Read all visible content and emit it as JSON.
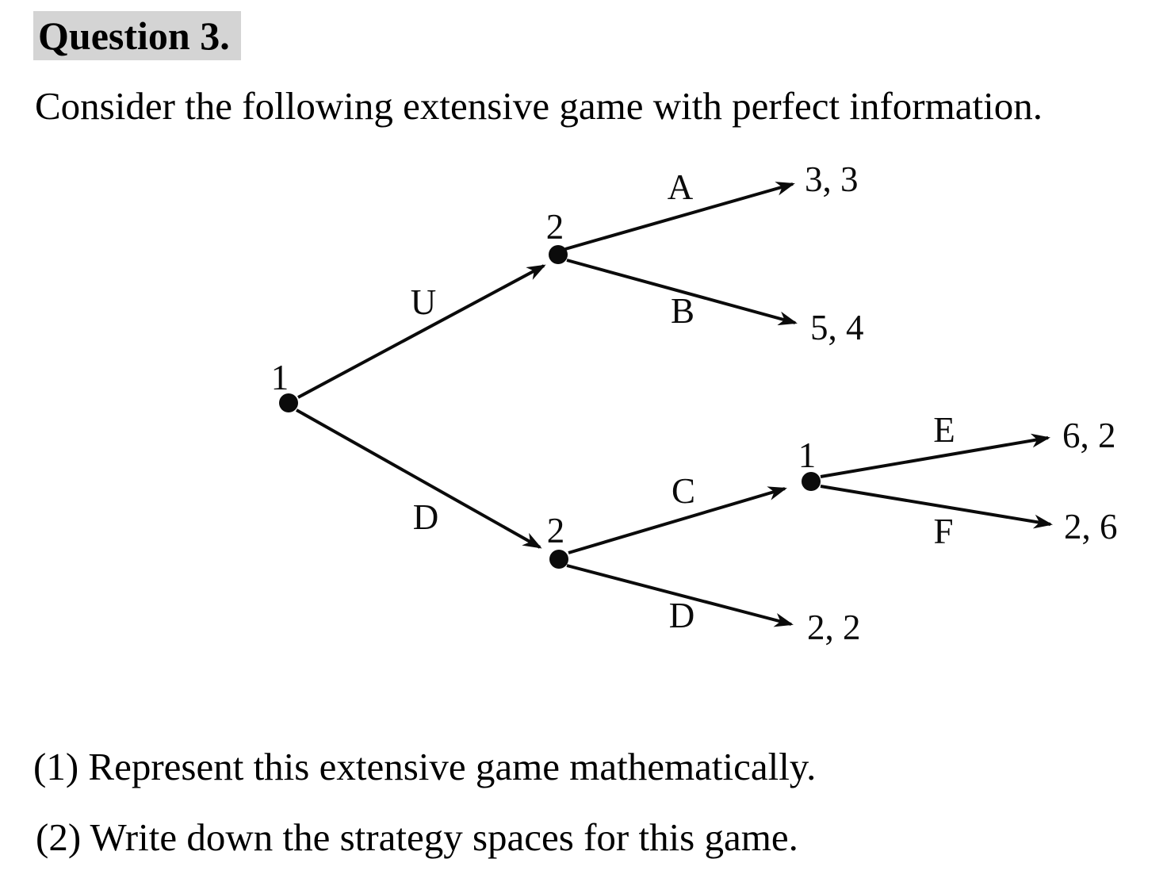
{
  "page": {
    "title": "Question 3.",
    "intro": "Consider the following extensive game with perfect information.",
    "parts": [
      "(1) Represent this extensive game mathematically.",
      "(2) Write down the strategy spaces for this game."
    ]
  },
  "tree": {
    "type": "extensive_form_game_tree",
    "nodes": [
      {
        "player": "1",
        "role": "root decision node"
      },
      {
        "player": "2",
        "role": "upper decision node reached by U"
      },
      {
        "player": "2",
        "role": "lower decision node reached by D"
      },
      {
        "player": "1",
        "role": "second player-1 decision node reached by C"
      }
    ],
    "edges": [
      {
        "action": "U",
        "from": "node-1-root",
        "to": "node-2-upper"
      },
      {
        "action": "D",
        "from": "node-1-root",
        "to": "node-2-lower"
      },
      {
        "action": "A",
        "from": "node-2-upper",
        "to": "terminal",
        "payoff": "3, 3"
      },
      {
        "action": "B",
        "from": "node-2-upper",
        "to": "terminal",
        "payoff": "5, 4"
      },
      {
        "action": "C",
        "from": "node-2-lower",
        "to": "node-1-second"
      },
      {
        "action": "D",
        "from": "node-2-lower",
        "to": "terminal",
        "payoff": "2, 2"
      },
      {
        "action": "E",
        "from": "node-1-second",
        "to": "terminal",
        "payoff": "6, 2"
      },
      {
        "action": "F",
        "from": "node-1-second",
        "to": "terminal",
        "payoff": "2, 6"
      }
    ]
  }
}
